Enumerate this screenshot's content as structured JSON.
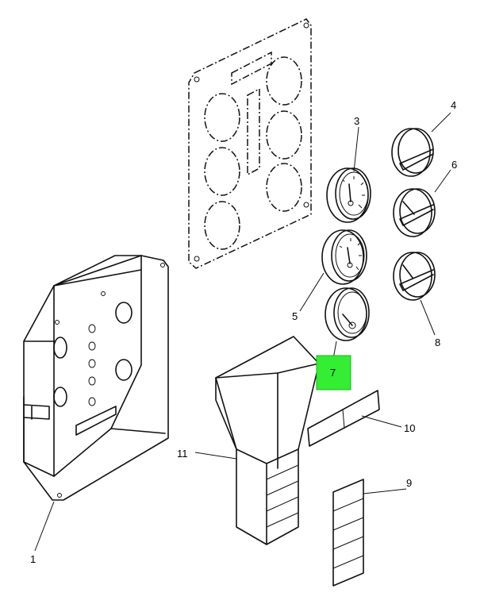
{
  "callouts": {
    "c1": "1",
    "c3": "3",
    "c4": "4",
    "c5": "5",
    "c6": "6",
    "c7": "7",
    "c8": "8",
    "c9": "9",
    "c10": "10",
    "c11": "11"
  },
  "highlight": {
    "selected_callout": "7",
    "color": "#33ee33"
  }
}
